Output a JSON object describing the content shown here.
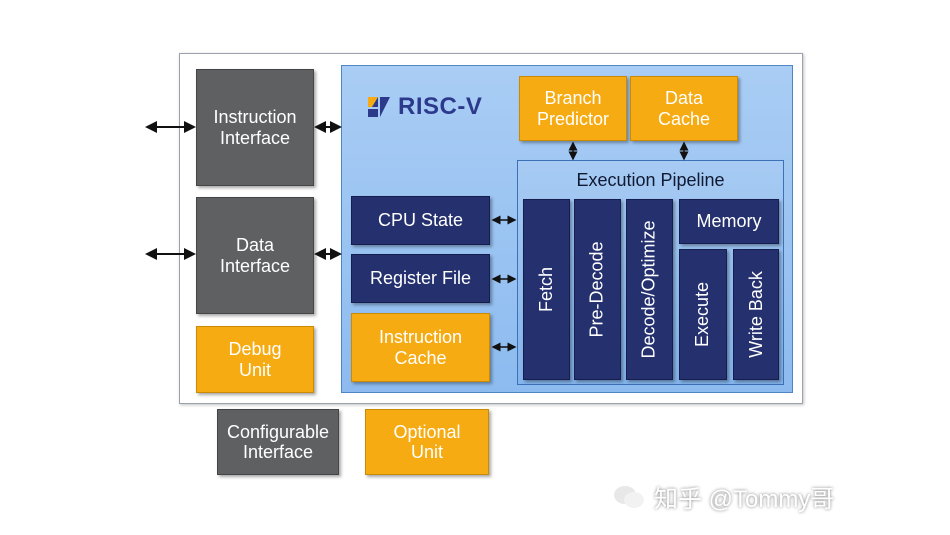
{
  "logo": {
    "text": "RISC-V"
  },
  "interfaces": {
    "instruction": "Instruction\nInterface",
    "data": "Data\nInterface",
    "debug": "Debug\nUnit"
  },
  "core_blocks": {
    "branch_predictor": "Branch\nPredictor",
    "data_cache": "Data\nCache",
    "cpu_state": "CPU State",
    "register_file": "Register File",
    "instruction_cache": "Instruction\nCache"
  },
  "pipeline": {
    "title": "Execution Pipeline",
    "stages": {
      "fetch": "Fetch",
      "pre_decode": "Pre-Decode",
      "decode": "Decode/Optimize",
      "memory": "Memory",
      "execute": "Execute",
      "write_back": "Write Back"
    }
  },
  "legend": {
    "configurable": "Configurable\nInterface",
    "optional": "Optional\nUnit"
  },
  "watermark": "知乎 @Tommy哥",
  "colors": {
    "gray": "#5f6062",
    "orange": "#f6ab12",
    "navy": "#25306f",
    "core_blue": "#9cc5f2"
  }
}
